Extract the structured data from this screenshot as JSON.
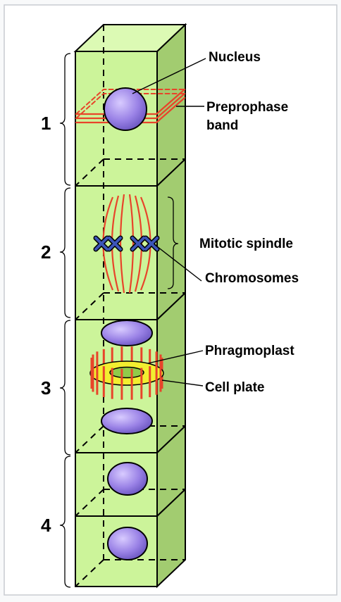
{
  "stages": [
    {
      "number": "1"
    },
    {
      "number": "2"
    },
    {
      "number": "3"
    },
    {
      "number": "4"
    }
  ],
  "labels": {
    "nucleus": "Nucleus",
    "preprophase_line1": "Preprophase",
    "preprophase_line2": "band",
    "mitotic_spindle": "Mitotic spindle",
    "chromosomes": "Chromosomes",
    "phragmoplast": "Phragmoplast",
    "cell_plate": "Cell plate"
  },
  "colors": {
    "cell_front": "#ccf49a",
    "cell_side": "#a2cc70",
    "cell_top": "#dcfab4",
    "nucleus": "#9a82e6",
    "spindle": "#e8442a",
    "chromosome": "#2a3a8a",
    "cell_plate": "#f2ee30",
    "page_background": "#f8f9fa"
  }
}
